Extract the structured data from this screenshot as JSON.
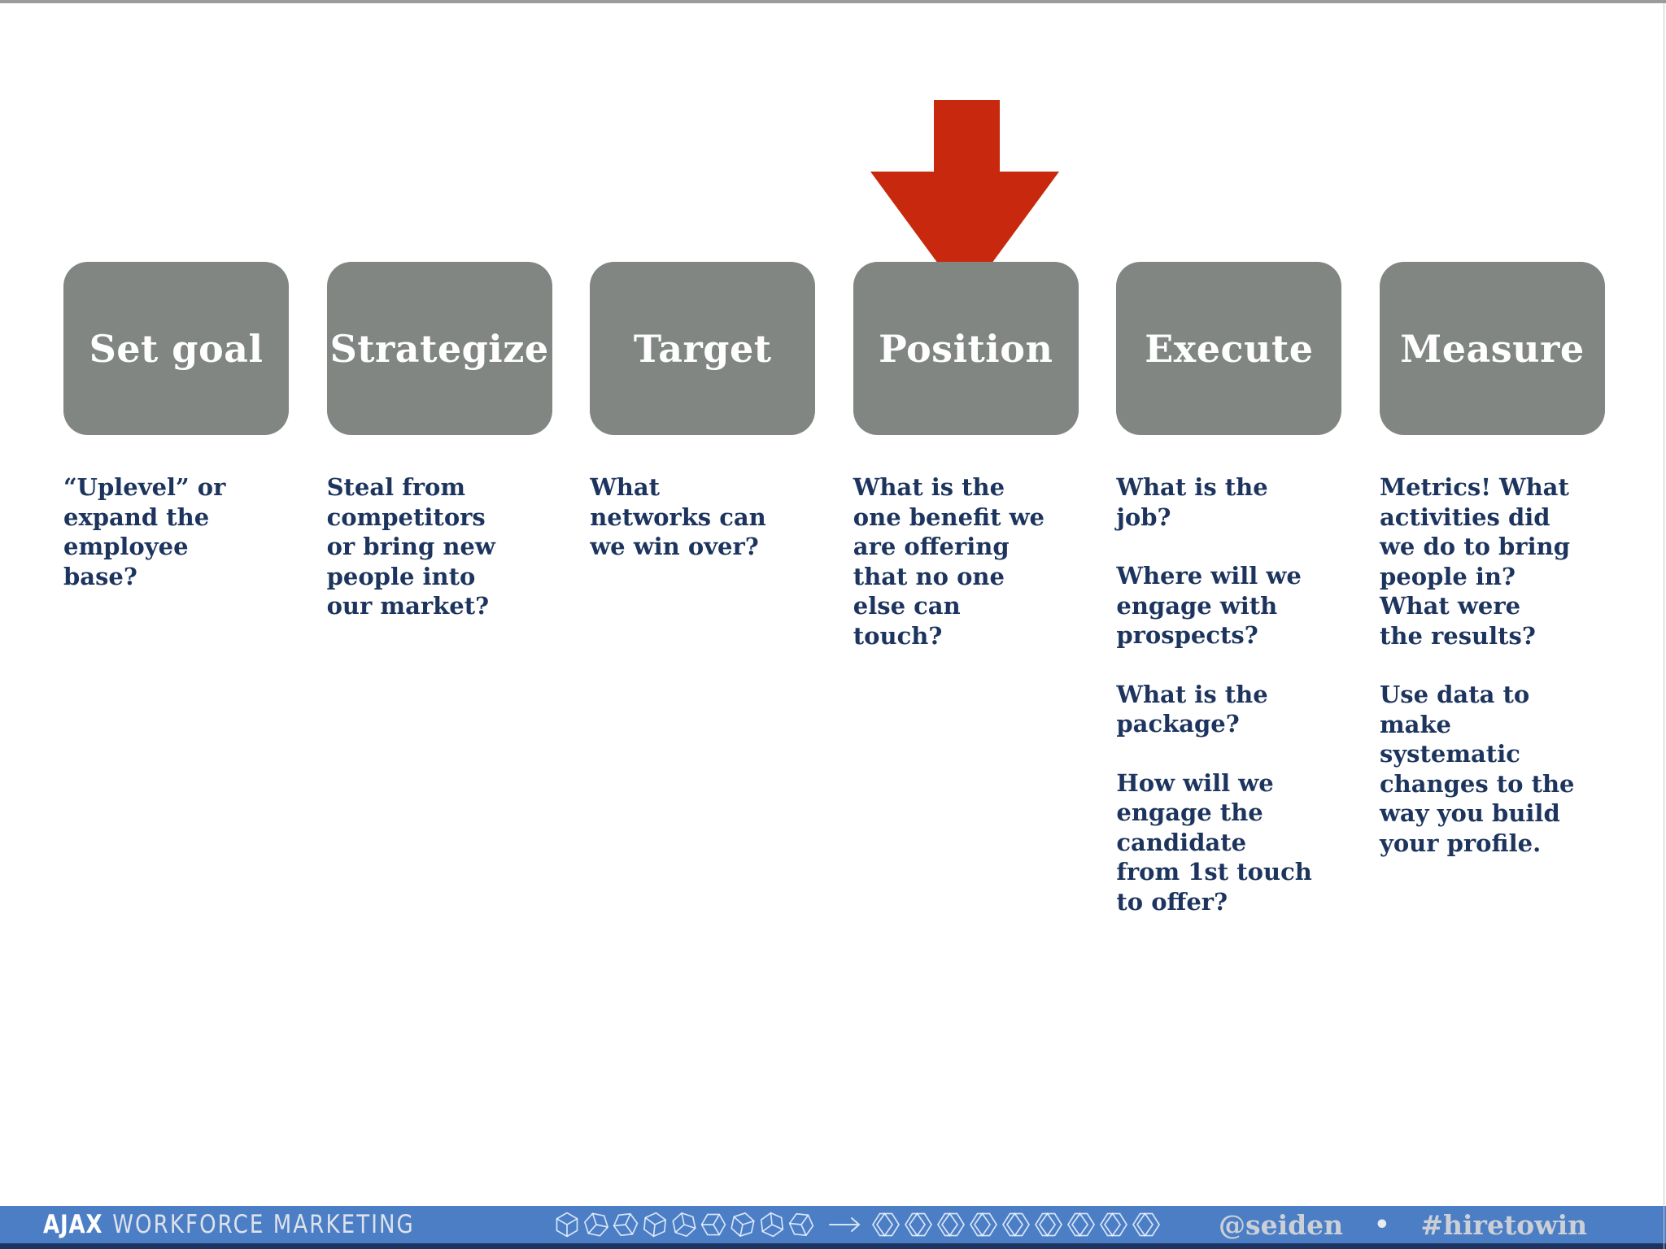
{
  "colors": {
    "slide_bg": "#ffffff",
    "edge_gray": "#9b9b9b",
    "box_gray": "#818683",
    "text_navy": "#1d355e",
    "accent_red": "#c8280d",
    "footer_blue": "#4b7ec5",
    "footer_strip": "#1d3462",
    "footer_text": "#ccd0d6"
  },
  "arrow": {
    "name": "down-arrow-icon",
    "points_to": "Position",
    "color": "#c8280d"
  },
  "steps": [
    {
      "label": "Set goal",
      "paragraphs": [
        "“Uplevel” or\nexpand the\nemployee\nbase?"
      ]
    },
    {
      "label": "Strategize",
      "paragraphs": [
        "Steal from\ncompetitors\nor bring new\npeople into\nour market?"
      ]
    },
    {
      "label": "Target",
      "paragraphs": [
        "What\nnetworks can\nwe win over?"
      ]
    },
    {
      "label": "Position",
      "paragraphs": [
        "What is the\none benefit we\nare offering\nthat no one\nelse can\ntouch?"
      ]
    },
    {
      "label": "Execute",
      "paragraphs": [
        "What is the\njob?",
        "Where will we\nengage with\nprospects?",
        "What is the\npackage?",
        "How will we\nengage the\ncandidate\nfrom 1st touch\nto offer?"
      ]
    },
    {
      "label": "Measure",
      "paragraphs": [
        "Metrics! What\nactivities did\nwe do to bring\npeople in?\nWhat were\nthe results?",
        "Use data to\nmake\nsystematic\nchanges to the\nway you build\nyour profile."
      ]
    }
  ],
  "footer": {
    "brand_bold": "AJAX",
    "brand_light": "WORKFORCE MARKETING",
    "hex_cube_icon": "cube-hex-icon",
    "hex_cube_count": 9,
    "arrow_icon": "right-arrow-icon",
    "hex_gem_icon": "gem-hex-icon",
    "hex_gem_count": 9,
    "handle": "@seiden",
    "separator": "•",
    "hashtag": "#hiretowin"
  }
}
